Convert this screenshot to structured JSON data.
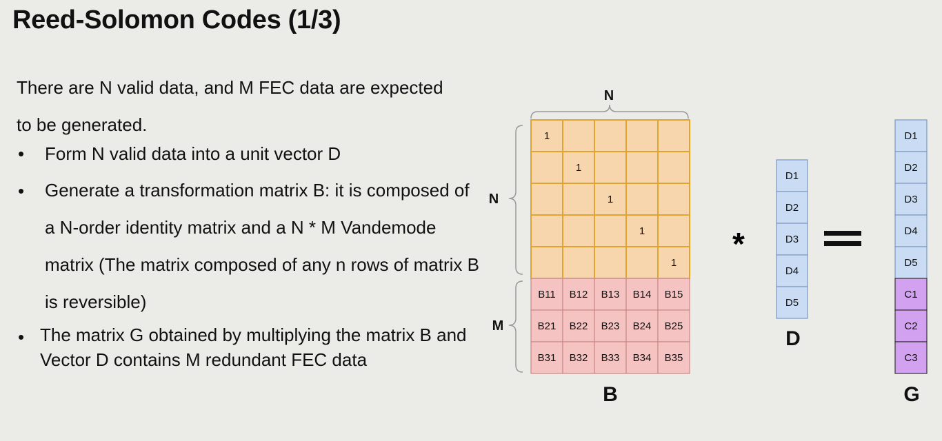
{
  "title": "Reed-Solomon Codes (1/3)",
  "intro": "There are N valid data, and M FEC data are expected to be generated.",
  "bullets": [
    "Form N valid data into a unit vector D",
    "Generate a transformation matrix B: it is composed of a N-order identity matrix and a N * M Vandemode matrix (The matrix composed of any n rows of matrix B is reversible)",
    "The matrix G obtained by multiplying the matrix B and Vector D contains M redundant FEC data"
  ],
  "bullet_symbol": "•",
  "diagram": {
    "matrix_b": {
      "label": "B",
      "top_brace_label": "N",
      "left_brace_n_label": "N",
      "left_brace_m_label": "M",
      "identity_rows": [
        [
          "1",
          "",
          "",
          "",
          ""
        ],
        [
          "",
          "1",
          "",
          "",
          ""
        ],
        [
          "",
          "",
          "1",
          "",
          ""
        ],
        [
          "",
          "",
          "",
          "1",
          ""
        ],
        [
          "",
          "",
          "",
          "",
          "1"
        ]
      ],
      "vandermonde_rows": [
        [
          "B11",
          "B12",
          "B13",
          "B14",
          "B15"
        ],
        [
          "B21",
          "B22",
          "B23",
          "B24",
          "B25"
        ],
        [
          "B31",
          "B32",
          "B33",
          "B34",
          "B35"
        ]
      ]
    },
    "multiply_symbol": "*",
    "equals_symbol": "=",
    "vector_d": {
      "label": "D",
      "cells": [
        "D1",
        "D2",
        "D3",
        "D4",
        "D5"
      ]
    },
    "vector_g": {
      "label": "G",
      "data_cells": [
        "D1",
        "D2",
        "D3",
        "D4",
        "D5"
      ],
      "fec_cells": [
        "C1",
        "C2",
        "C3"
      ]
    },
    "colors": {
      "identity_fill": "#f8d6ad",
      "identity_stroke": "#e0a530",
      "vandermonde_fill": "#f5c3c1",
      "vandermonde_stroke": "#c98885",
      "vector_fill": "#c9dcf3",
      "vector_stroke": "#7a97c2",
      "fec_fill": "#d2a2f0",
      "fec_stroke": "#333333",
      "brace": "#999999"
    }
  }
}
